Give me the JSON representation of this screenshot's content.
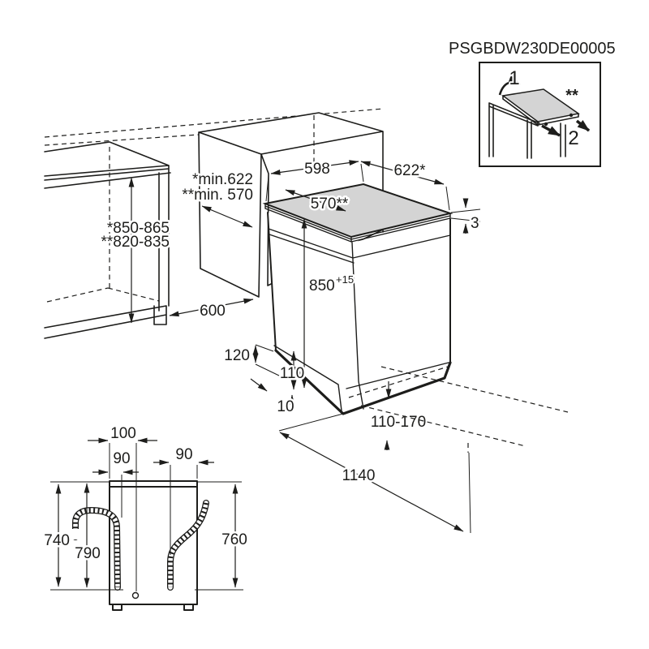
{
  "title": "PSGBDW230DE00005",
  "inset": {
    "step_one": "1",
    "step_two": "2",
    "note": "**"
  },
  "dims": {
    "counter_height_a": "*850-865",
    "counter_height_b": "**820-835",
    "niche_depth_a": "*min.622",
    "niche_depth_b": "**min. 570",
    "top_width": "598",
    "top_diagonal": "622*",
    "top_depth": "570**",
    "worktop_thickness": "3",
    "appliance_height": "850",
    "appliance_height_tolerance": "+15",
    "counter_depth": "600",
    "side_gap": "120",
    "base_height": "110",
    "toe_step": "10",
    "plinth_range": "110-170",
    "door_open_depth": "1140"
  },
  "rear": {
    "cord_offset": "100",
    "drain_offset": "90",
    "inlet_offset": "90",
    "drain_height": "740",
    "cord_height": "790",
    "inlet_height": "760"
  },
  "colors": {
    "line": "#1d1d1b",
    "worktop": "#d4d4d4"
  }
}
